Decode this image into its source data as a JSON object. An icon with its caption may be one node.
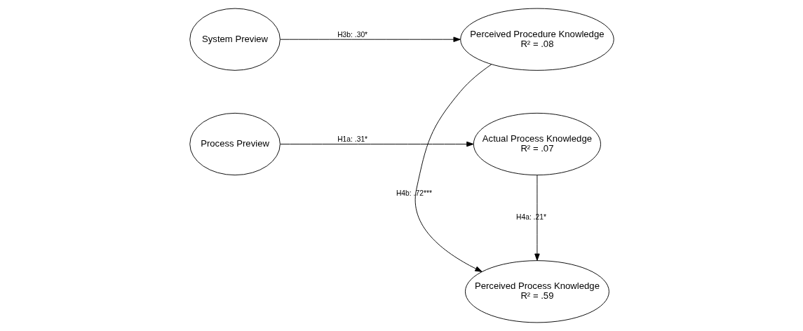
{
  "diagram": {
    "nodes": [
      {
        "text": [
          "System Preview"
        ]
      },
      {
        "text": [
          "Perceived Procedure Knowledge",
          "R² = .08"
        ]
      },
      {
        "text": [
          "Process Preview"
        ]
      },
      {
        "text": [
          "Actual Process Knowledge",
          "R² = .07"
        ]
      },
      {
        "text": [
          "Perceived Process Knowledge",
          "R² = .59"
        ]
      }
    ],
    "edges": [
      {
        "from": 0,
        "to": 1,
        "arrow": "to",
        "label": "H3b: .30*"
      },
      {
        "from": 1,
        "to": 4,
        "arrow": "to",
        "label": "H4b: .72***"
      },
      {
        "from": 2,
        "to": 3,
        "arrow": "to",
        "label": "H1a: .31*"
      },
      {
        "from": 3,
        "to": 4,
        "arrow": "to",
        "label": "H4a: .21*"
      }
    ]
  }
}
